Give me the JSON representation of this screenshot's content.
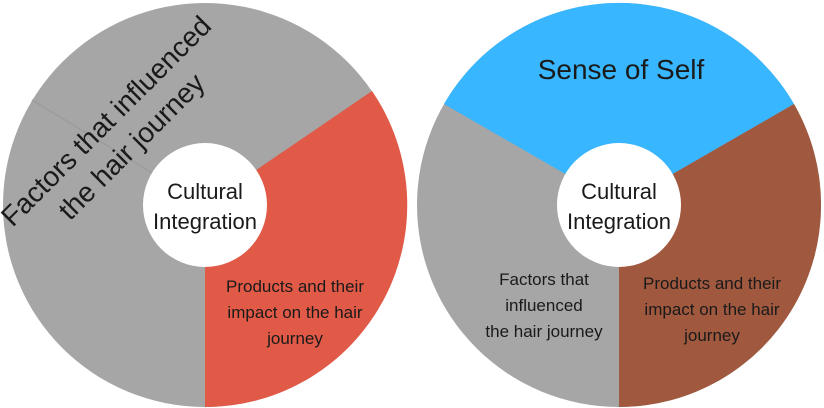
{
  "colors": {
    "gray": "#a6a6a6",
    "red": "#e05a47",
    "blue": "#38b6ff",
    "brown": "#a0583e",
    "center": "#ffffff",
    "text": "#1a1a1a"
  },
  "left_diagram": {
    "center_lines": [
      "Cultural",
      "Integration"
    ],
    "segments": [
      {
        "key": "factors",
        "lines": [
          "Factors that influenced",
          "the hair journey"
        ],
        "color": "#a6a6a6"
      },
      {
        "key": "products",
        "lines": [
          "Products and their",
          "impact on the hair",
          "journey"
        ],
        "color": "#e05a47"
      }
    ]
  },
  "right_diagram": {
    "center_lines": [
      "Cultural",
      "Integration"
    ],
    "segments": [
      {
        "key": "self",
        "lines": [
          "Sense of Self"
        ],
        "color": "#38b6ff"
      },
      {
        "key": "factors",
        "lines": [
          "Factors that",
          "influenced",
          "the hair journey"
        ],
        "color": "#a6a6a6"
      },
      {
        "key": "products",
        "lines": [
          "Products and their",
          "impact on the hair",
          "journey"
        ],
        "color": "#a0583e"
      }
    ]
  }
}
